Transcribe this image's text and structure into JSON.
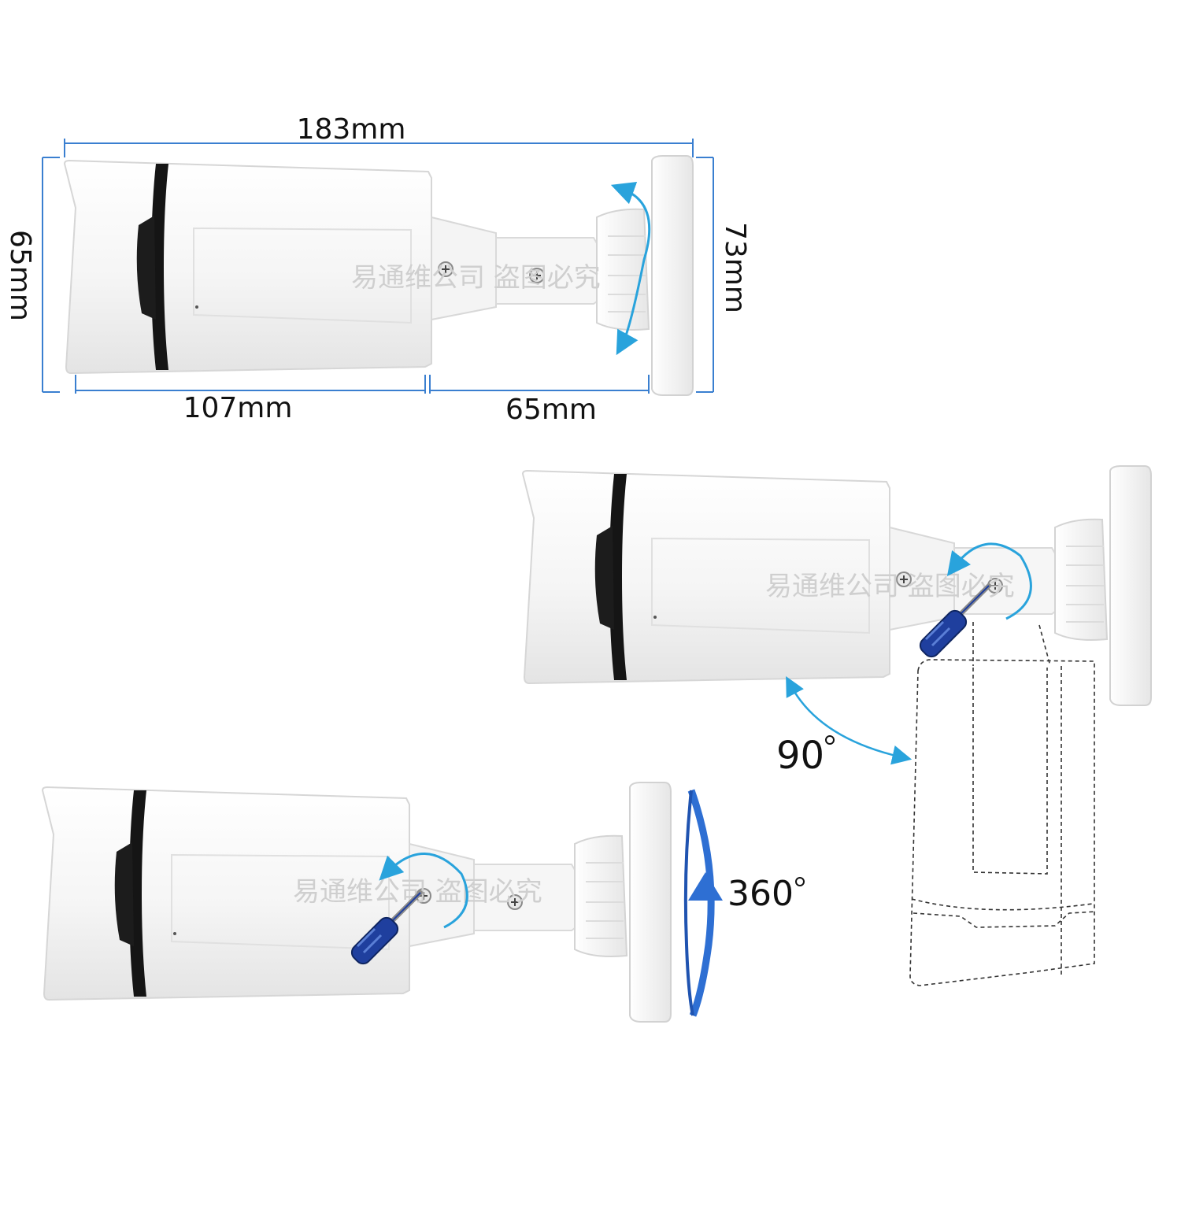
{
  "dimensions": {
    "length": "183mm",
    "height_body": "65mm",
    "height_mount": "73mm",
    "body_length": "107mm",
    "bracket_length": "65mm"
  },
  "angles": {
    "tilt": "90",
    "rotation": "360"
  },
  "watermark": {
    "text": "易通维公司 盗图必究"
  },
  "colors": {
    "dimension_line": "#3a7fd0",
    "arrow": "#29a3dc",
    "screwdriver": "#1f3f9e",
    "ring": "#2e6fd3",
    "body": "#f7f7f7",
    "band": "#1a1a1a"
  },
  "icons": [
    "screwdriver-icon",
    "rotation-arrow-icon",
    "screw-icon"
  ]
}
